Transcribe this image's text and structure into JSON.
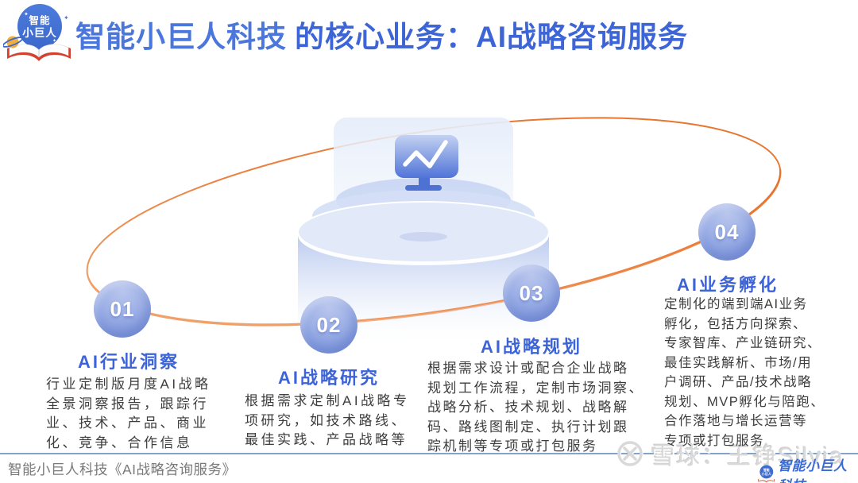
{
  "slide": {
    "title_brand": "智能小巨人科技",
    "title_rest": "的核心业务：AI战略咨询服务",
    "logo": {
      "bubble_line1": "智能",
      "bubble_line2": "小巨人"
    },
    "colors": {
      "title_blue": "#3d65d6",
      "accent_orange": "#e87128",
      "circle_blue": "#7d96dc",
      "section_title_blue": "#3c63d8",
      "divider_blue_gray": "#85a2c9"
    }
  },
  "sections": [
    {
      "num": "01",
      "title": "AI行业洞察",
      "desc": "行业定制版月度AI战略\n全景洞察报告，跟踪行\n业、技术、产品、商业\n化、竞争、合作信息"
    },
    {
      "num": "02",
      "title": "AI战略研究",
      "desc": "根据需求定制AI战略专\n项研究，如技术路线、\n最佳实践、产品战略等"
    },
    {
      "num": "03",
      "title": "AI战略规划",
      "desc": "根据需求设计或配合企业战略\n规划工作流程，定制市场洞察、\n战略分析、技术规划、战略解\n码、路线图制定、执行计划跟\n踪机制等专项或打包服务"
    },
    {
      "num": "04",
      "title": "AI业务孵化",
      "desc": "定制化的端到端AI业务\n孵化，包括方向探索、\n专家智库、产业链研究、\n最佳实践解析、市场/用\n户调研、产品/技术战略\n规划、MVP孵化与陪跑、\n合作落地与增长运营等\n专项或打包服务"
    }
  ],
  "footer": {
    "source": "智能小巨人科技《AI战略咨询服务》",
    "watermark_text": "雪球：王铮Silvia",
    "brand_name": "智能小巨人科技"
  }
}
